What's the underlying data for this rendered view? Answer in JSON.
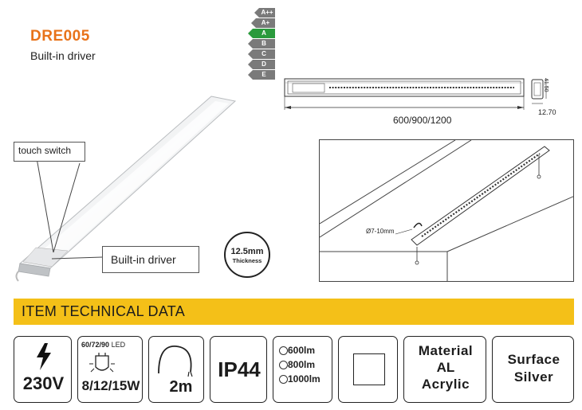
{
  "header": {
    "model": "DRE005",
    "subtitle": "Built-in driver"
  },
  "energy_label": {
    "classes": [
      "A++",
      "A+",
      "A",
      "B",
      "C",
      "D",
      "E"
    ],
    "active_class": "A",
    "colors": {
      "active": "#2a9a3c",
      "inactive": "#7a7a7a"
    }
  },
  "dimensions": {
    "length_label": "600/900/1200",
    "height_label": "41.50",
    "width_label": "12.70"
  },
  "install_drawing": {
    "hole_label": "Ø7-10mm"
  },
  "callouts": {
    "touch_switch": "touch switch",
    "built_in_driver": "Built-in driver"
  },
  "thickness_badge": {
    "value": "12.5mm",
    "label": "Thickness"
  },
  "technical_data": {
    "title": "ITEM TECHNICAL DATA",
    "accent_color": "#f4c018"
  },
  "specs": {
    "voltage": "230V",
    "led_count": "60/72/90",
    "led_unit": "LED",
    "wattage": "8/12/15W",
    "cable_length": "2m",
    "ip_rating": "IP44",
    "lumens": [
      "600lm",
      "800lm",
      "1000lm"
    ],
    "material_title": "Material",
    "material_lines": [
      "AL",
      "Acrylic"
    ],
    "surface_title": "Surface",
    "surface_value": "Silver"
  }
}
